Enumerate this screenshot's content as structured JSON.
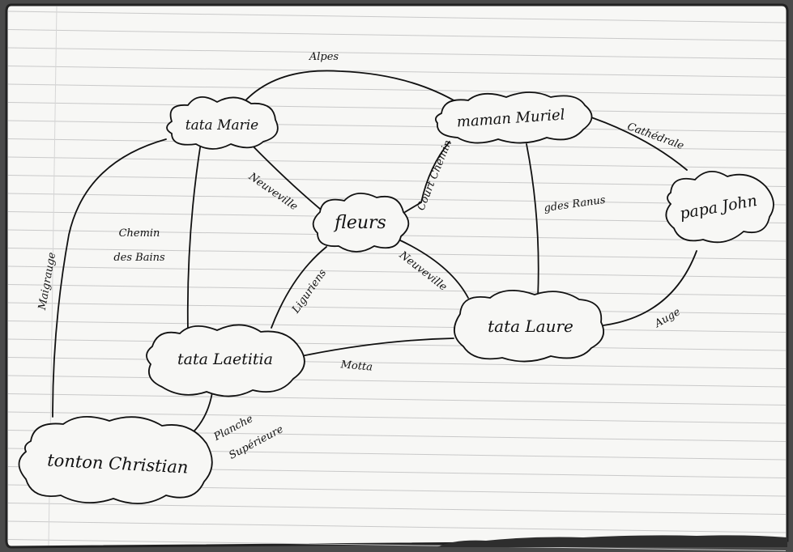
{
  "nodes": {
    "tata_marie": "tata Marie",
    "maman_muriel": "maman Muriel",
    "fleurs": "fleurs",
    "papa_john": "papa John",
    "tata_laure": "tata Laure",
    "tata_laetitia": "tata Laetitia",
    "tonton_christian": "tonton Christian"
  },
  "edges": {
    "alpes": "Alpes",
    "cathedrale": "Cathédrale",
    "court_chemin": "Court Chemin",
    "neuveville_1": "Neuveville",
    "neuveville_2": "Neuveville",
    "gdes_ranus": "gdes Ranus",
    "chemin_des_bains_1": "Chemin",
    "chemin_des_bains_2": "des Bains",
    "maigrauge": "Maigrauge",
    "liguriens": "Liguriens",
    "motta": "Motta",
    "auge": "Auge",
    "planche_1": "Planche",
    "planche_2": "Supérieure"
  },
  "colors": {
    "background": "#4a4a4a",
    "paper": "#f7f7f5",
    "rule_line": "#c9c9c9",
    "margin_line": "#d6d6d6",
    "ink": "#111111",
    "tear": "#2e2e2e"
  }
}
